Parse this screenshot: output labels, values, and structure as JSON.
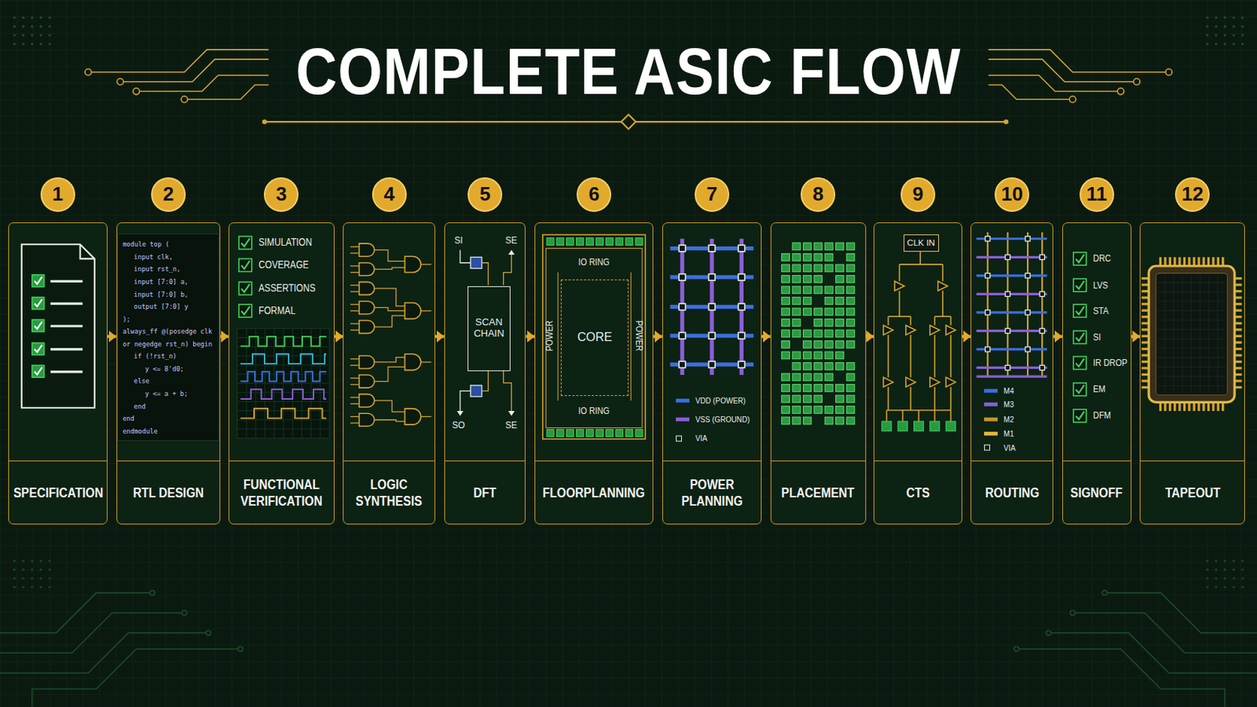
{
  "diagram": {
    "title": "COMPLETE ASIC FLOW",
    "nodes": [
      {
        "text": [
          "1"
        ]
      },
      {
        "text": [
          "SPECIFICATION"
        ]
      },
      {
        "text": [
          "2"
        ]
      },
      {
        "text": [
          "RTL DESIGN"
        ]
      },
      {
        "text": [
          "3"
        ]
      },
      {
        "text": [
          "FUNCTIONAL VERIFICATION"
        ]
      },
      {
        "text": [
          "4"
        ]
      },
      {
        "text": [
          "LOGIC SYNTHESIS"
        ]
      },
      {
        "text": [
          "5"
        ]
      },
      {
        "text": [
          "DFT"
        ]
      },
      {
        "text": [
          "SCAN CHAIN"
        ],
        "in": 9
      },
      {
        "text": [
          "6"
        ]
      },
      {
        "text": [
          "FLOORPLANNING"
        ]
      },
      {
        "text": [
          "CORE"
        ],
        "in": 12
      },
      {
        "text": [
          "7"
        ]
      },
      {
        "text": [
          "POWER PLANNING"
        ]
      },
      {
        "text": [
          "8"
        ]
      },
      {
        "text": [
          "PLACEMENT"
        ]
      },
      {
        "text": [
          "9"
        ]
      },
      {
        "text": [
          "CTS"
        ]
      },
      {
        "text": [
          "CLK IN"
        ],
        "in": 19
      },
      {
        "text": [
          "10"
        ]
      },
      {
        "text": [
          "ROUTING"
        ]
      },
      {
        "text": [
          "11"
        ]
      },
      {
        "text": [
          "SIGNOFF"
        ]
      },
      {
        "text": [
          "12"
        ]
      },
      {
        "text": [
          "TAPEOUT"
        ]
      }
    ],
    "edges": [
      {
        "from": 1,
        "to": 3,
        "arrow": "to"
      },
      {
        "from": 3,
        "to": 5,
        "arrow": "to"
      },
      {
        "from": 5,
        "to": 7,
        "arrow": "to"
      },
      {
        "from": 7,
        "to": 9,
        "arrow": "to"
      },
      {
        "from": 9,
        "to": 12,
        "arrow": "to"
      },
      {
        "from": 12,
        "to": 15,
        "arrow": "to"
      },
      {
        "from": 15,
        "to": 17,
        "arrow": "to"
      },
      {
        "from": 17,
        "to": 19,
        "arrow": "to"
      },
      {
        "from": 19,
        "to": 22,
        "arrow": "to"
      },
      {
        "from": 22,
        "to": 24,
        "arrow": "to"
      },
      {
        "from": 24,
        "to": 26,
        "arrow": "to"
      }
    ],
    "labels": [
      "module top (",
      "input clk,",
      "input rst_n,",
      "input [7:0] a,",
      "input [7:0] b,",
      "output [7:0] y",
      ");",
      "always_ff @(posedge clk",
      "or negedge rst_n) begin",
      "if (!rst_n)",
      "y <= 8'd0;",
      "else",
      "y <= a + b;",
      "end",
      "end",
      "endmodule",
      "SIMULATION",
      "COVERAGE",
      "ASSERTIONS",
      "FORMAL",
      "SI",
      "SE",
      "SO",
      "SE",
      "IO RING",
      "POWER",
      "POWER",
      "IO RING",
      "DRC",
      "LVS",
      "STA",
      "SI",
      "IR DROP",
      "EM",
      "DFM"
    ],
    "legend": [
      {
        "text": "VDD (POWER)",
        "color": "#3b6fe0"
      },
      {
        "text": "VSS (GROUND)",
        "color": "#8a5fd6"
      },
      {
        "text": "VIA"
      },
      {
        "text": "M4",
        "color": "#3b6fe0"
      },
      {
        "text": "M3",
        "color": "#8a5fd6"
      },
      {
        "text": "M2",
        "color": "#c8962a"
      },
      {
        "text": "M1",
        "color": "#e6b83a"
      },
      {
        "text": "VIA"
      }
    ]
  }
}
